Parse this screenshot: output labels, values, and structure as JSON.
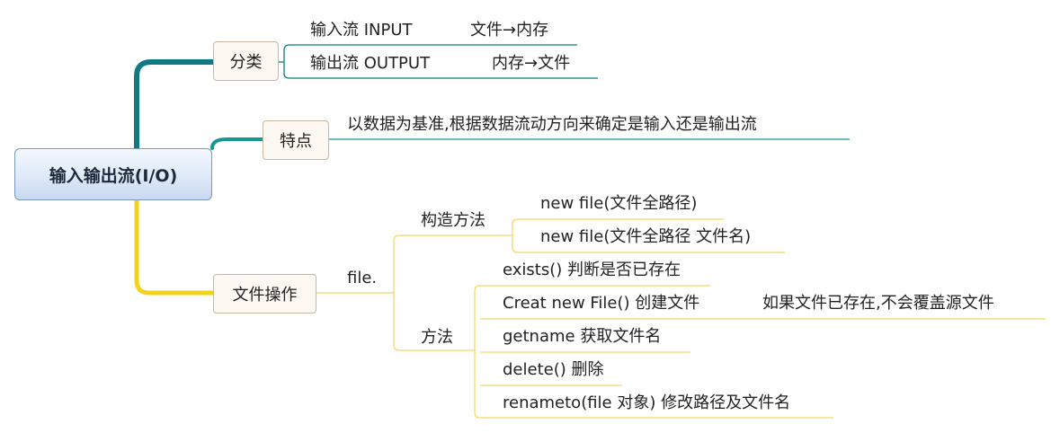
{
  "root": "输入输出流(I/O)",
  "branches": {
    "classify": {
      "label": "分类",
      "items": [
        {
          "text": "输入流 INPUT",
          "note": "文件→内存"
        },
        {
          "text": "输出流 OUTPUT",
          "note": "内存→文件"
        }
      ]
    },
    "feature": {
      "label": "特点",
      "items": [
        {
          "text": "以数据为基准,根据数据流动方向来确定是输入还是输出流"
        }
      ]
    },
    "file_ops": {
      "label": "文件操作",
      "sub": "file.",
      "constructor": {
        "label": "构造方法",
        "items": [
          "new file(文件全路径)",
          "new file(文件全路径 文件名)"
        ]
      },
      "methods": {
        "label": "方法",
        "items": [
          "exists() 判断是否已存在",
          "Creat new File() 创建文件",
          "getname 获取文件名",
          "delete() 删除",
          "renameto(file 对象) 修改路径及文件名"
        ],
        "create_note": "如果文件已存在,不会覆盖源文件"
      }
    }
  },
  "colors": {
    "classify": "#0f7a84",
    "feature": "#16988f",
    "file_ops": "#f2d21a",
    "file_ops_light": "#f0d86a"
  }
}
